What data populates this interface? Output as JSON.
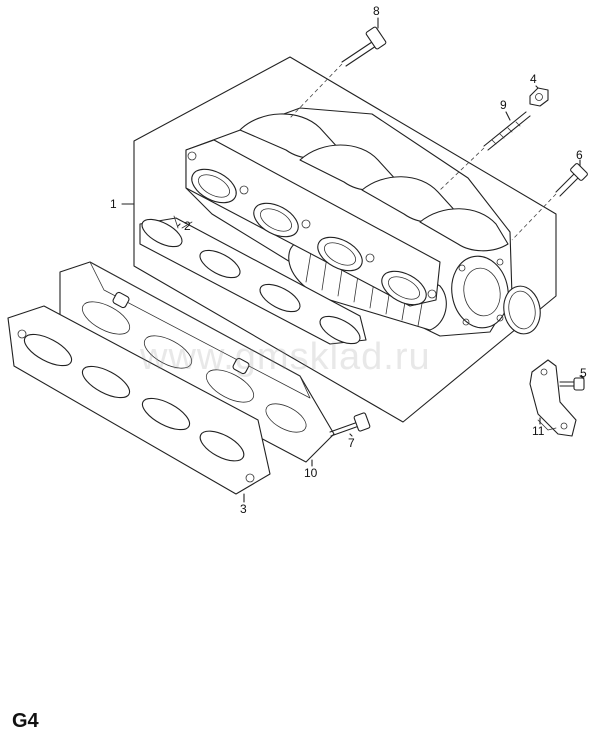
{
  "diagram": {
    "watermark": "www.gmsklad.ru",
    "page_label": "G4",
    "callouts": [
      {
        "id": "1",
        "text": "1"
      },
      {
        "id": "2",
        "text": "2"
      },
      {
        "id": "3",
        "text": "3"
      },
      {
        "id": "4",
        "text": "4"
      },
      {
        "id": "5",
        "text": "5"
      },
      {
        "id": "6",
        "text": "6"
      },
      {
        "id": "7",
        "text": "7"
      },
      {
        "id": "8",
        "text": "8"
      },
      {
        "id": "9",
        "text": "9"
      },
      {
        "id": "10",
        "text": "10"
      },
      {
        "id": "11",
        "text": "11"
      }
    ]
  }
}
